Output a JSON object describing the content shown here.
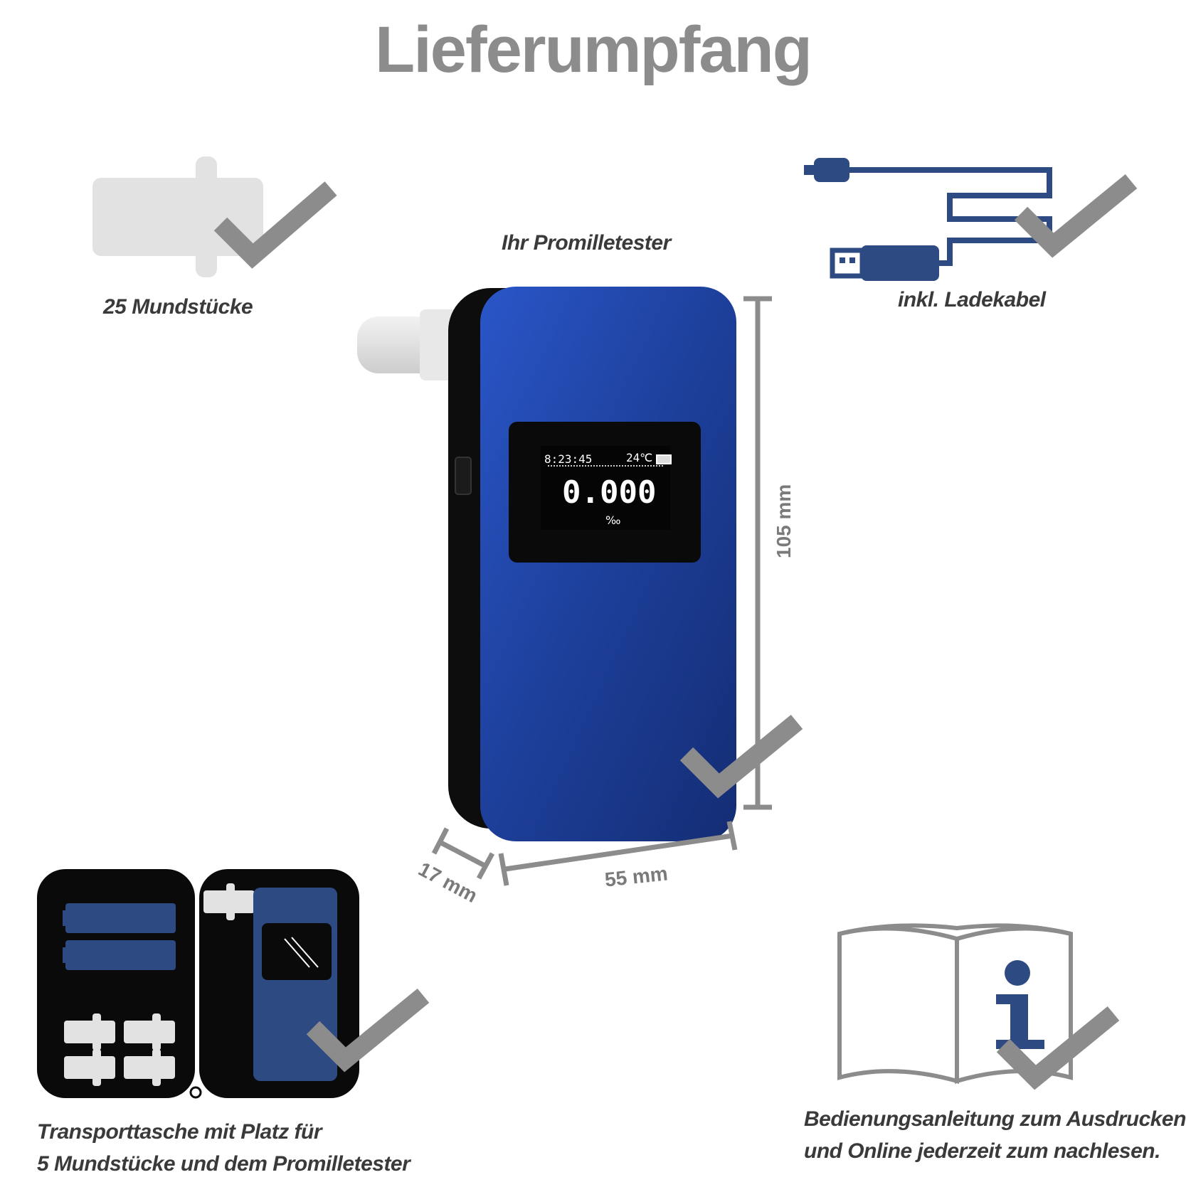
{
  "title": "Lieferumpfang",
  "items": {
    "mouthpieces": "25 Mundstücke",
    "tester": "Ihr Promilletester",
    "cable": "inkl. Ladekabel",
    "case_line1": "Transporttasche mit Platz für",
    "case_line2": "5 Mundstücke und dem Promilletester",
    "manual_line1": "Bedienungsanleitung zum Ausdrucken",
    "manual_line2": "und Online jederzeit zum nachlesen."
  },
  "dimensions": {
    "height": "105 mm",
    "width": "55 mm",
    "depth": "17 mm"
  },
  "display": {
    "time": "8:23:45",
    "temperature": "24℃",
    "reading": "0.000",
    "unit": "‰"
  },
  "colors": {
    "accent_blue": "#2e4a82",
    "device_blue": "#1d3f9a",
    "check_gray": "#8c8c8c",
    "text_gray": "#8c8c8c",
    "mouthpiece_gray": "#e2e2e2"
  }
}
